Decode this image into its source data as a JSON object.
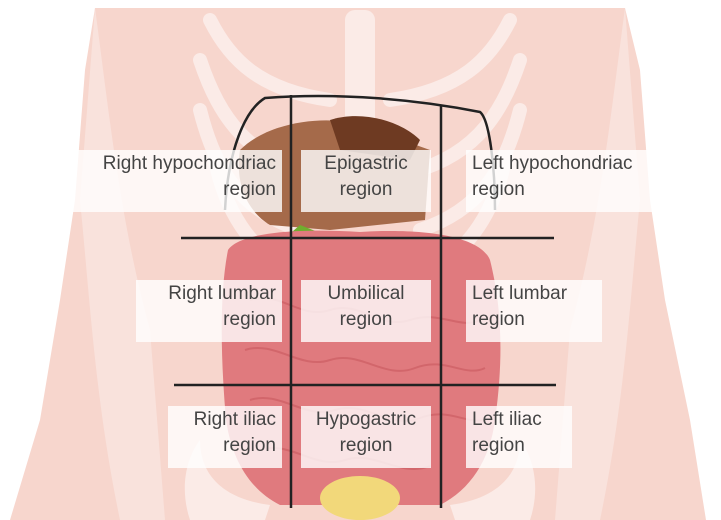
{
  "regions": {
    "right_hypochondriac": {
      "line1": "Right hypochondriac",
      "line2": "region"
    },
    "epigastric": {
      "line1": "Epigastric",
      "line2": "region"
    },
    "left_hypochondriac": {
      "line1": "Left hypochondriac",
      "line2": "region"
    },
    "right_lumbar": {
      "line1": "Right lumbar",
      "line2": "region"
    },
    "umbilical": {
      "line1": "Umbilical",
      "line2": "region"
    },
    "left_lumbar": {
      "line1": "Left lumbar",
      "line2": "region"
    },
    "right_iliac": {
      "line1": "Right iliac",
      "line2": "region"
    },
    "hypogastric": {
      "line1": "Hypogastric",
      "line2": "region"
    },
    "left_iliac": {
      "line1": "Left iliac",
      "line2": "region"
    }
  },
  "colors": {
    "skin": "#f6d5cc",
    "rib": "#f9e6e1",
    "intestine": "#e3787c",
    "liver": "#8a4a2a",
    "gallbladder": "#6fae2e",
    "bladder": "#f2d87a",
    "grid_line": "#222222"
  }
}
